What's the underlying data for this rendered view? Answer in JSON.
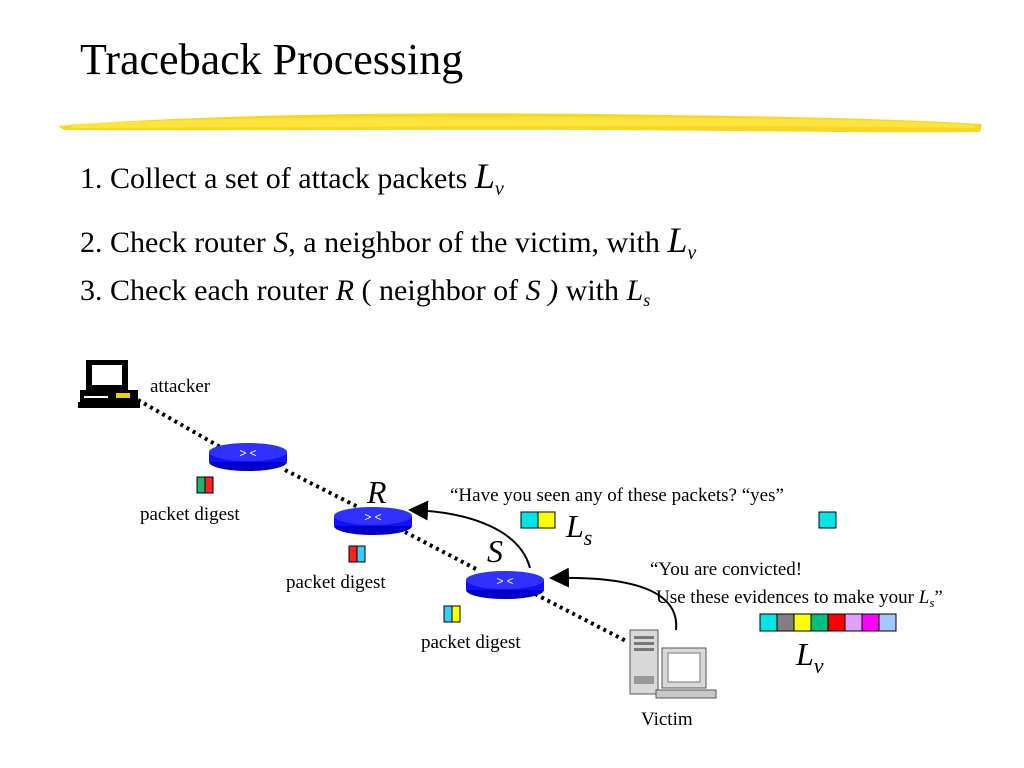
{
  "title": "Traceback Processing",
  "steps": [
    {
      "prefix": "1. Collect a set of attack packets ",
      "set_symbol": "L",
      "set_sub": "v"
    },
    {
      "prefix": "2. Check router ",
      "router": "S",
      "middle": ", a neighbor of the victim, with ",
      "set_symbol": "L",
      "set_sub": "v"
    },
    {
      "prefix": "3. Check each router ",
      "router": "R",
      "middle": " ( neighbor of ",
      "neighbor": "S )",
      "suffix": " with ",
      "set_symbol": "L",
      "set_sub": "s"
    }
  ],
  "diagram": {
    "attacker_label": "attacker",
    "victim_label": "Victim",
    "digest_label_1": "packet digest",
    "digest_label_2": "packet digest",
    "digest_label_3": "packet digest",
    "router_r": "R",
    "router_s": "S",
    "query_text": "“Have you seen any of these packets? “yes”",
    "convict_line1": "“You are convicted!",
    "convict_line2_prefix": "Use these evidences to make your ",
    "convict_line2_symbol": "L",
    "convict_line2_sub": "s",
    "convict_line2_suffix": "”",
    "ls_symbol": "L",
    "ls_sub": "s",
    "lv_symbol": "L",
    "lv_sub": "v",
    "lv_packet_colors": [
      "#00e5e5",
      "#808080",
      "#ffff00",
      "#00c080",
      "#ff0000",
      "#e0a0ff",
      "#ff00ff",
      "#a0c8ff"
    ],
    "ls_packet_colors": [
      "#00e5e5",
      "#ffff00"
    ],
    "yes_packet_color": "#00e5e5",
    "digest1_colors": [
      "#20b070",
      "#ff2020"
    ],
    "digest2_colors": [
      "#ff2020",
      "#30d0ff"
    ],
    "digest3_colors": [
      "#30d0ff",
      "#ffff00"
    ],
    "router_color": "#1010ff",
    "highlight_color": "#f5d000"
  }
}
